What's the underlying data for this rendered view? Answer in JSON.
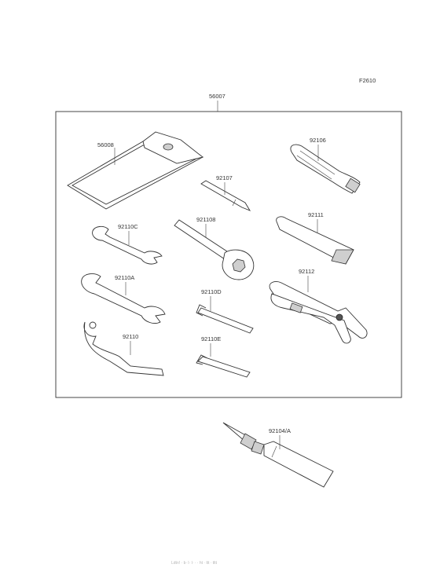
{
  "figure_code": "F2610",
  "kit_label": "56007",
  "parts": {
    "p56008": "56008",
    "p92106": "92106",
    "p92107": "92107",
    "p92108": "921108",
    "p92111": "92111",
    "p92110C": "92110C",
    "p92112": "92112",
    "p92110A": "92110A",
    "p92110D": "92110D",
    "p92110": "92110",
    "p92110E": "92110E",
    "p92104A": "92104/A"
  },
  "footer_text": "Ldtn! · b· l· l· · · ht · ltt · tltt"
}
